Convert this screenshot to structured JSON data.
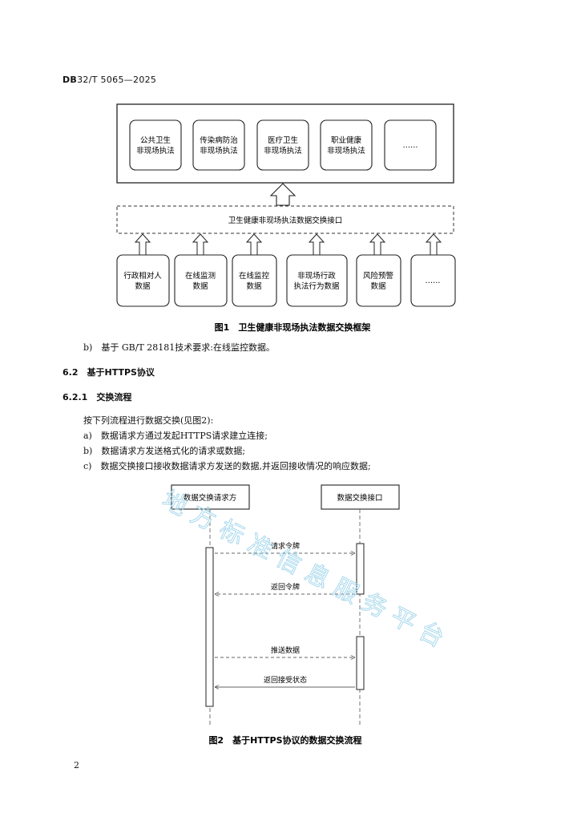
{
  "header": {
    "doc_code_prefix": "DB",
    "doc_code_rest": "32/T 5065—2025"
  },
  "figure1": {
    "top_boxes": [
      {
        "line1": "公共卫生",
        "line2": "非现场执法"
      },
      {
        "line1": "传染病防治",
        "line2": "非现场执法"
      },
      {
        "line1": "医疗卫生",
        "line2": "非现场执法"
      },
      {
        "line1": "职业健康",
        "line2": "非现场执法"
      },
      {
        "line1": "……",
        "line2": ""
      }
    ],
    "interface_label": "卫生健康非现场执法数据交换接口",
    "bottom_boxes": [
      {
        "line1": "行政相对人",
        "line2": "数据"
      },
      {
        "line1": "在线监测",
        "line2": "数据"
      },
      {
        "line1": "在线监控",
        "line2": "数据"
      },
      {
        "line1": "非现场行政",
        "line2": "执法行为数据"
      },
      {
        "line1": "风险预警",
        "line2": "数据"
      },
      {
        "line1": "……",
        "line2": ""
      }
    ],
    "caption": "图1　卫生健康非现场执法数据交换框架"
  },
  "body": {
    "item_b1": "b)　基于 GB/T 28181技术要求:在线监控数据。",
    "section_6_2": "6.2　基于HTTPS协议",
    "section_6_2_1": "6.2.1　交换流程",
    "intro": "按下列流程进行数据交换(见图2):",
    "list": [
      "a)　数据请求方通过发起HTTPS请求建立连接;",
      "b)　数据请求方发送格式化的请求或数据;",
      "c)　数据交换接口接收数据请求方发送的数据,并返回接收情况的响应数据;"
    ]
  },
  "figure2": {
    "actor_left": "数据交换请求方",
    "actor_right": "数据交换接口",
    "messages": [
      "请求令牌",
      "返回令牌",
      "推送数据",
      "返回接受状态"
    ],
    "caption": "图2　基于HTTPS协议的数据交换流程"
  },
  "watermark": "地方标准信息服务平台",
  "page_number": "2"
}
